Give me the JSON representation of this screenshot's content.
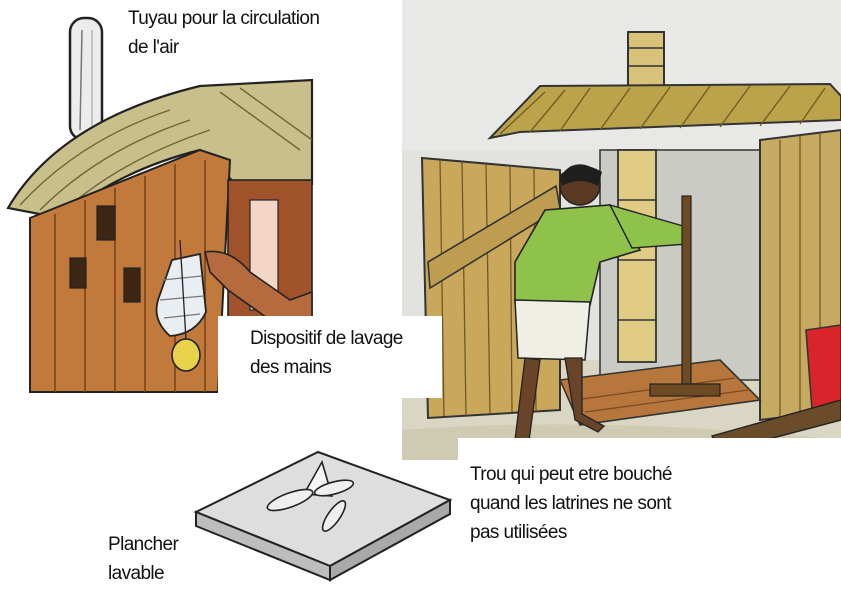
{
  "labels": {
    "air_pipe": {
      "line1": "Tuyau pour la circulation",
      "line2": "de l'air"
    },
    "handwash": {
      "line1": "Dispositif de lavage",
      "line2": "des mains"
    },
    "floor": {
      "line1": "Plancher",
      "line2": "lavable"
    },
    "hole": {
      "line1": "Trou qui peut etre bouché",
      "line2": "quand les latrines ne sont",
      "line3": "pas utilisées"
    }
  }
}
